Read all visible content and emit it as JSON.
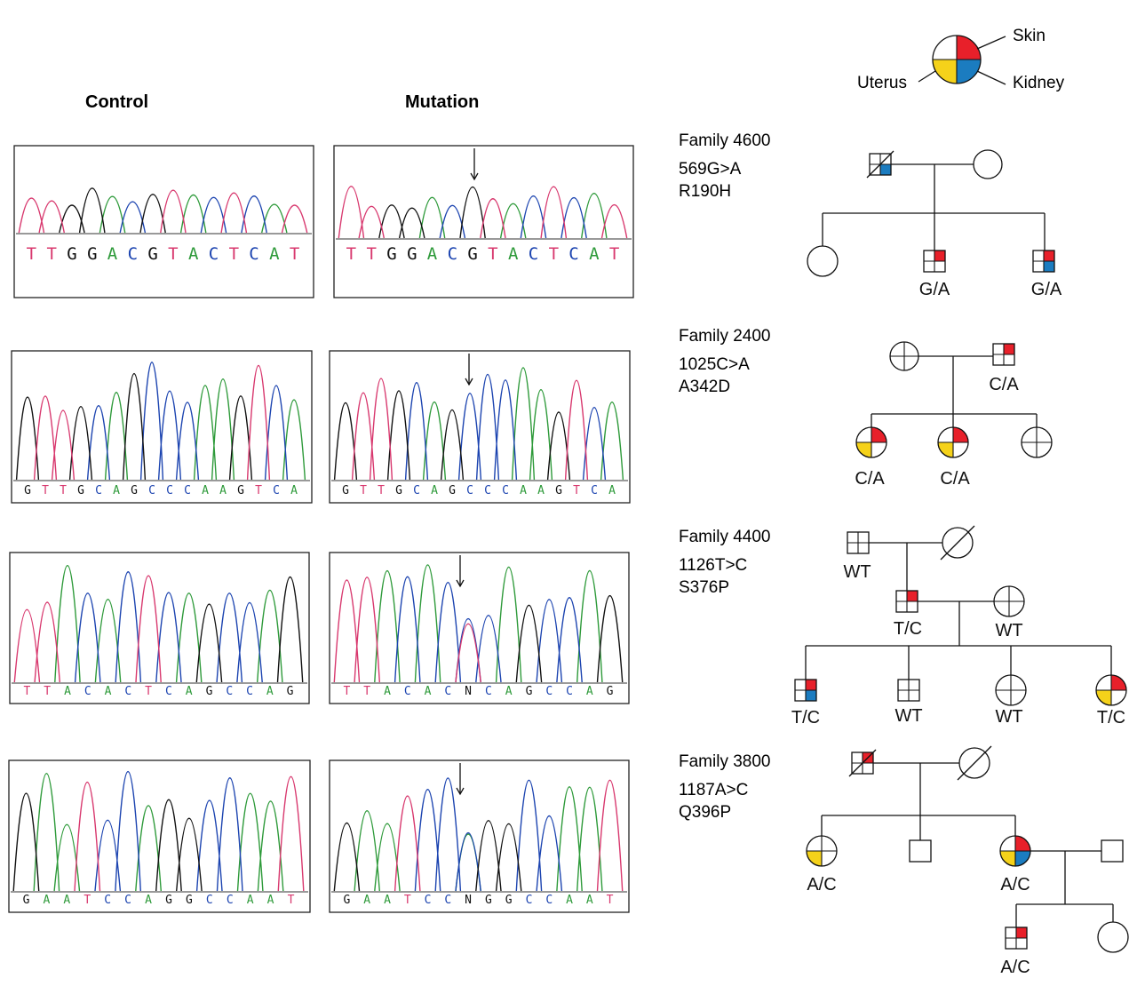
{
  "headers": {
    "control": "Control",
    "mutation": "Mutation"
  },
  "legend": {
    "skin": "Skin",
    "uterus": "Uterus",
    "kidney": "Kidney",
    "colors": {
      "skin": "#e8202a",
      "uterus": "#f5d21a",
      "kidney": "#1b7cc0"
    }
  },
  "base_colors": {
    "A": "#2e9a3a",
    "C": "#1c44b0",
    "G": "#111111",
    "T": "#d8386e",
    "N": "#111111"
  },
  "families": [
    {
      "family": "Family 4600",
      "mutation": "569G>A",
      "protein": "R190H",
      "control_sequence": "TTGGACGTACTCAT",
      "mutant_sequence": "TTGGACGTACTCAT"
    },
    {
      "family": "Family 2400",
      "mutation": "1025C>A",
      "protein": "A342D",
      "control_sequence": "GTTGCAGCCCAAGTCA",
      "mutant_sequence": "GTTGCAGCCCAAGTCA"
    },
    {
      "family": "Family 4400",
      "mutation": "1126T>C",
      "protein": "S376P",
      "control_sequence": "TTACACTCAGCCAG",
      "mutant_sequence": "TTACACNCAGCCAG"
    },
    {
      "family": "Family 3800",
      "mutation": "1187A>C",
      "protein": "Q396P",
      "control_sequence": "GAATCCAGGCCAAT",
      "mutant_sequence": "GAATCCNGGCCAAT"
    }
  ],
  "pedigrees": {
    "f4600": {
      "child2_genotype": "G/A",
      "child3_genotype": "G/A"
    },
    "f2400": {
      "father_genotype": "C/A",
      "child1_genotype": "C/A",
      "child2_genotype": "C/A"
    },
    "f4400": {
      "grandfather_genotype": "WT",
      "father_genotype": "T/C",
      "mother_genotype": "WT",
      "child1_genotype": "T/C",
      "child2_genotype": "WT",
      "child3_genotype": "WT",
      "child4_genotype": "T/C"
    },
    "f3800": {
      "child1_genotype": "A/C",
      "child3_genotype": "A/C",
      "grandchild1_genotype": "A/C"
    }
  }
}
